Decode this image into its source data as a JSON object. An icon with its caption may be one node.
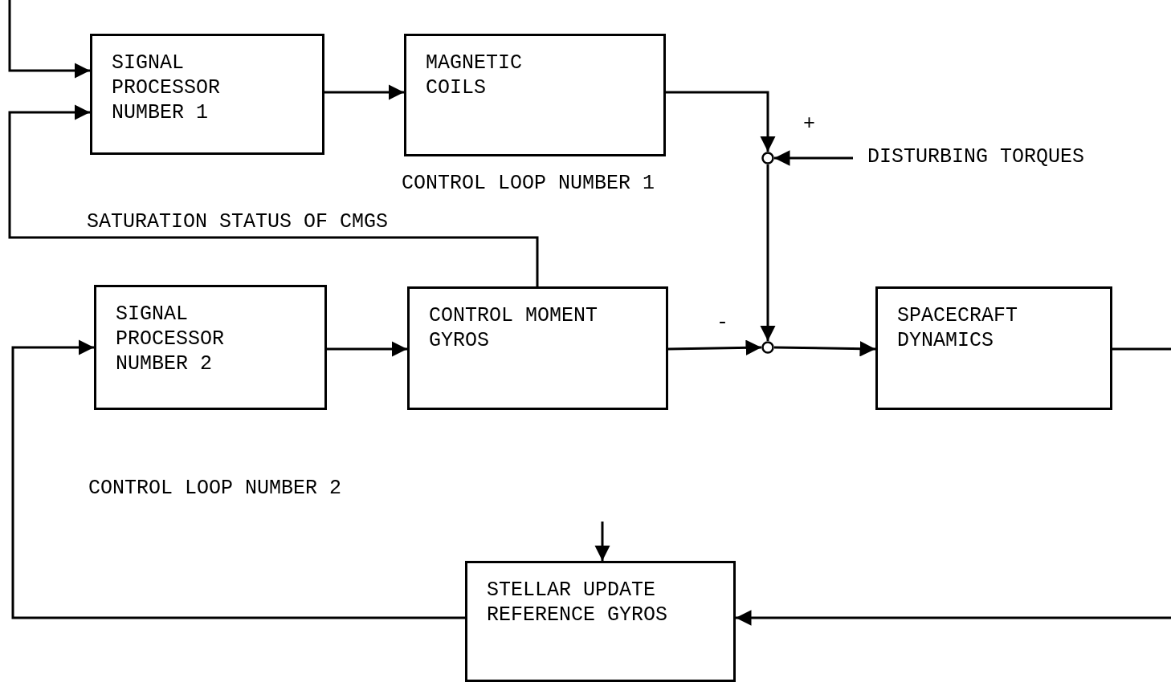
{
  "diagram": {
    "nodes": [
      {
        "text": [
          "SIGNAL PROCESSOR NUMBER 1"
        ]
      },
      {
        "text": [
          "MAGNETIC COILS"
        ]
      },
      {
        "text": [],
        "shape": "circle"
      },
      {
        "text": [
          "DISTURBING TORQUES"
        ]
      },
      {
        "text": [
          "SIGNAL PROCESSOR NUMBER 2"
        ]
      },
      {
        "text": [
          "CONTROL MOMENT GYROS"
        ]
      },
      {
        "text": [],
        "shape": "circle"
      },
      {
        "text": [
          "SPACECRAFT DYNAMICS"
        ]
      },
      {
        "text": [
          "STELLAR UPDATE REFERENCE GYROS"
        ]
      }
    ],
    "edges": [
      {
        "from": null,
        "to": 0,
        "arrow": "to"
      },
      {
        "from": 0,
        "to": 1,
        "arrow": "to"
      },
      {
        "from": 1,
        "to": 2,
        "arrow": "to"
      },
      {
        "from": 3,
        "to": 2,
        "arrow": "to"
      },
      {
        "from": 2,
        "to": 6,
        "arrow": "to"
      },
      {
        "from": 5,
        "to": 0,
        "arrow": "to",
        "label": "SATURATION STATUS OF CMGS"
      },
      {
        "from": 4,
        "to": 5,
        "arrow": "to"
      },
      {
        "from": 5,
        "to": 6,
        "arrow": "to"
      },
      {
        "from": 6,
        "to": 7,
        "arrow": "to"
      },
      {
        "from": 7,
        "to": null,
        "arrow": "none"
      },
      {
        "from": null,
        "to": 8,
        "arrow": "to"
      },
      {
        "from": null,
        "to": 8,
        "arrow": "to"
      },
      {
        "from": 8,
        "to": 4,
        "arrow": "to"
      }
    ],
    "labels": [
      "+",
      "CONTROL LOOP NUMBER 1",
      "-",
      "CONTROL LOOP NUMBER 2"
    ]
  }
}
